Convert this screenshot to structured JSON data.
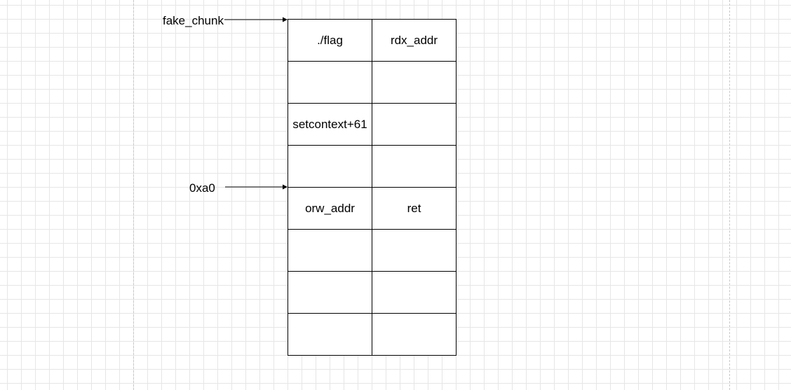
{
  "labels": {
    "fake_chunk": "fake_chunk",
    "offset": "0xa0"
  },
  "table": {
    "rows": [
      [
        "./flag",
        "rdx_addr"
      ],
      [
        "",
        ""
      ],
      [
        "setcontext+61",
        ""
      ],
      [
        "",
        ""
      ],
      [
        "orw_addr",
        "ret"
      ],
      [
        "",
        ""
      ],
      [
        "",
        ""
      ],
      [
        "",
        ""
      ]
    ]
  },
  "colors": {
    "grid": "#e6e6e6",
    "stroke": "#000000",
    "guide": "#c8c8c8"
  }
}
